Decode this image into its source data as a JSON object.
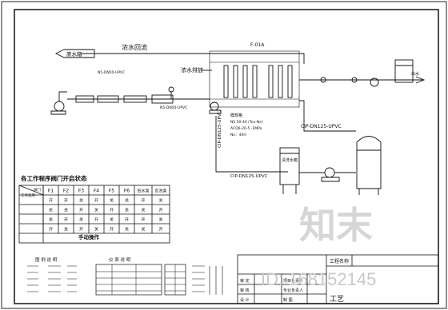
{
  "labels": {
    "concentrate_return": "浓水回流",
    "concentrate_discharge": "浓水排放",
    "raw_water_tank": "原水箱",
    "pipe_main": "N5-DN50-UPVC",
    "pipe_concentrate": "N5-DN50-UPVC",
    "pipe_cip_v": "CIP-DN125-UPVC",
    "pipe_cip_h": "CIP-DN125-UPVC",
    "flow_tag": "F-01A",
    "cip_tank": "清洗水箱",
    "product_outlet": "出水",
    "spec_title": "膜规格",
    "spec_line1": "NS 50-40 (Tco-Ne)",
    "spec_line2": "ACQ6-20-5 -1MPa",
    "spec_line3": "Ne：40H"
  },
  "valve_table": {
    "title": "各工作程序阀门开启状态",
    "corner_top": "阀门",
    "corner_bottom": "工作程序",
    "columns": [
      "F1",
      "F2",
      "F3",
      "F4",
      "F5",
      "F6",
      "低水泵",
      "反洗泵"
    ],
    "rows": [
      {
        "name": "",
        "cells": [
          "开",
          "开",
          "关",
          "开",
          "关",
          "关",
          "开",
          "关"
        ]
      },
      {
        "name": "",
        "cells": [
          "关",
          "关",
          "开",
          "关",
          "开",
          "关",
          "关",
          "开"
        ]
      },
      {
        "name": "",
        "cells": [
          "关",
          "开",
          "关",
          "开",
          "关",
          "开",
          "开",
          "关"
        ]
      },
      {
        "name": "",
        "cells": [
          "开",
          "关",
          "开",
          "关",
          "开",
          "关",
          "关",
          "开"
        ]
      }
    ],
    "footer": "手动操作"
  },
  "legend_left": {
    "title": "图 例 说 明"
  },
  "legend_right": {
    "title": "仪 表 说 明"
  },
  "title_block": {
    "project_label": "工程名称",
    "row1": "审 定",
    "row1b": "项目负责人",
    "row2": "审 核",
    "row2b": "专业负责人",
    "row3": "设 计",
    "row3b": "制 图",
    "drawing_name": "工艺"
  },
  "watermark": {
    "logo_text": "知末",
    "id_text": "ID: 168152145"
  }
}
